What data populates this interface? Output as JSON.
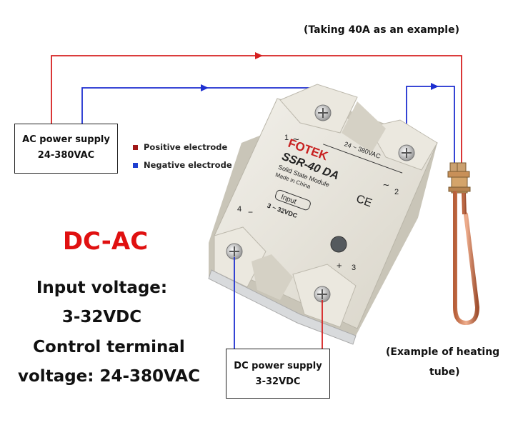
{
  "header": {
    "caption": "(Taking 40A as an example)"
  },
  "ac_supply": {
    "line1": "AC power supply",
    "line2": "24-380VAC"
  },
  "dc_supply": {
    "line1": "DC power supply",
    "line2": "3-32VDC"
  },
  "legend": {
    "positive": {
      "label": "Positive electrode",
      "color": "#a01818"
    },
    "negative": {
      "label": "Negative electrode",
      "color": "#1e3fd0"
    }
  },
  "mode": {
    "label": "DC-AC",
    "color": "#e01010"
  },
  "specs": {
    "line1": "Input voltage:",
    "line2": "3-32VDC",
    "line3": "Control terminal",
    "line4": "voltage: 24-380VAC"
  },
  "relay": {
    "brand": "FOTEK",
    "model": "SSR-40 DA",
    "subtitle": "Solid State Module",
    "origin": "Made in China",
    "ac_range": "24 ~ 380VAC",
    "input_label": "Input",
    "dc_range": "3 ~ 32VDC",
    "ce_mark": "CE",
    "terminal_1": "1",
    "terminal_2": "2",
    "terminal_3": "3",
    "terminal_4": "4",
    "plus": "+",
    "minus": "−",
    "tilde": "~"
  },
  "heater": {
    "caption_line1": "(Example of heating",
    "caption_line2": "tube)"
  },
  "colors": {
    "wire_positive": "#d62020",
    "wire_negative": "#1e2fd0"
  }
}
